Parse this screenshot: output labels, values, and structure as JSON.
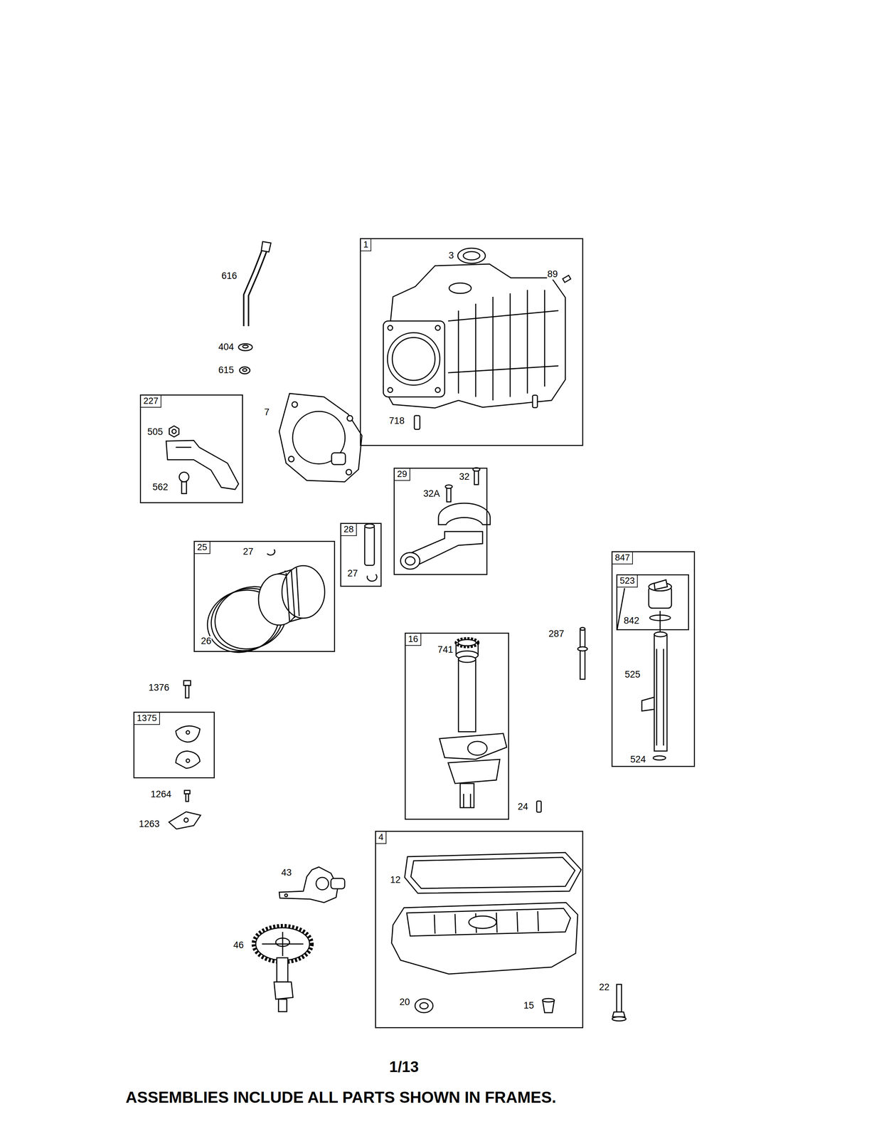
{
  "diagram": {
    "caption": "ASSEMBLIES INCLUDE ALL PARTS SHOWN IN FRAMES.",
    "nodes": [
      {
        "text": [
          "1",
          "3",
          "89",
          "718"
        ]
      },
      {
        "text": [
          "227",
          "505",
          "562"
        ]
      },
      {
        "text": [
          "29",
          "32A",
          "32"
        ]
      },
      {
        "text": [
          "28",
          "27"
        ]
      },
      {
        "text": [
          "25",
          "27",
          "26"
        ]
      },
      {
        "text": [
          "847",
          "525",
          "524"
        ]
      },
      {
        "text": [
          "523",
          "842"
        ],
        "in": 5
      },
      {
        "text": [
          "16",
          "741"
        ]
      },
      {
        "text": [
          "1375"
        ]
      },
      {
        "text": [
          "4",
          "12",
          "20",
          "15"
        ]
      }
    ],
    "labels": [
      "616",
      "404",
      "615",
      "7",
      "287",
      "1376",
      "1264",
      "1263",
      "24",
      "43",
      "46",
      "22",
      "1/13"
    ]
  }
}
